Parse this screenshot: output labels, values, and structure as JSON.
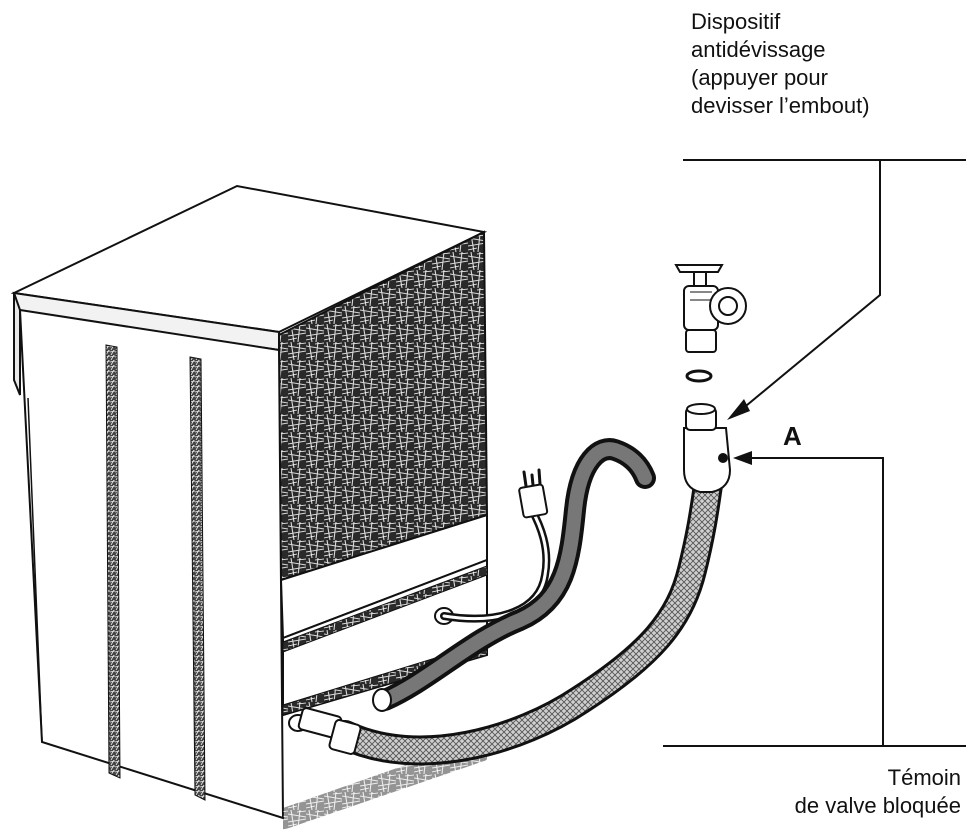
{
  "labels": {
    "top_callout": [
      "Dispositif",
      "antidévissage",
      "(appuyer pour",
      "devisser l’embout)"
    ],
    "bottom_callout": [
      "Témoin",
      "de valve bloquée"
    ],
    "marker": "A"
  },
  "colors": {
    "ink": "#111111",
    "panel_texture": "#2a2a2a",
    "background": "#ffffff"
  },
  "icons": [
    "dishwasher-illustration",
    "water-tap-icon",
    "washer-icon",
    "hose-connector-icon",
    "power-plug-icon"
  ]
}
